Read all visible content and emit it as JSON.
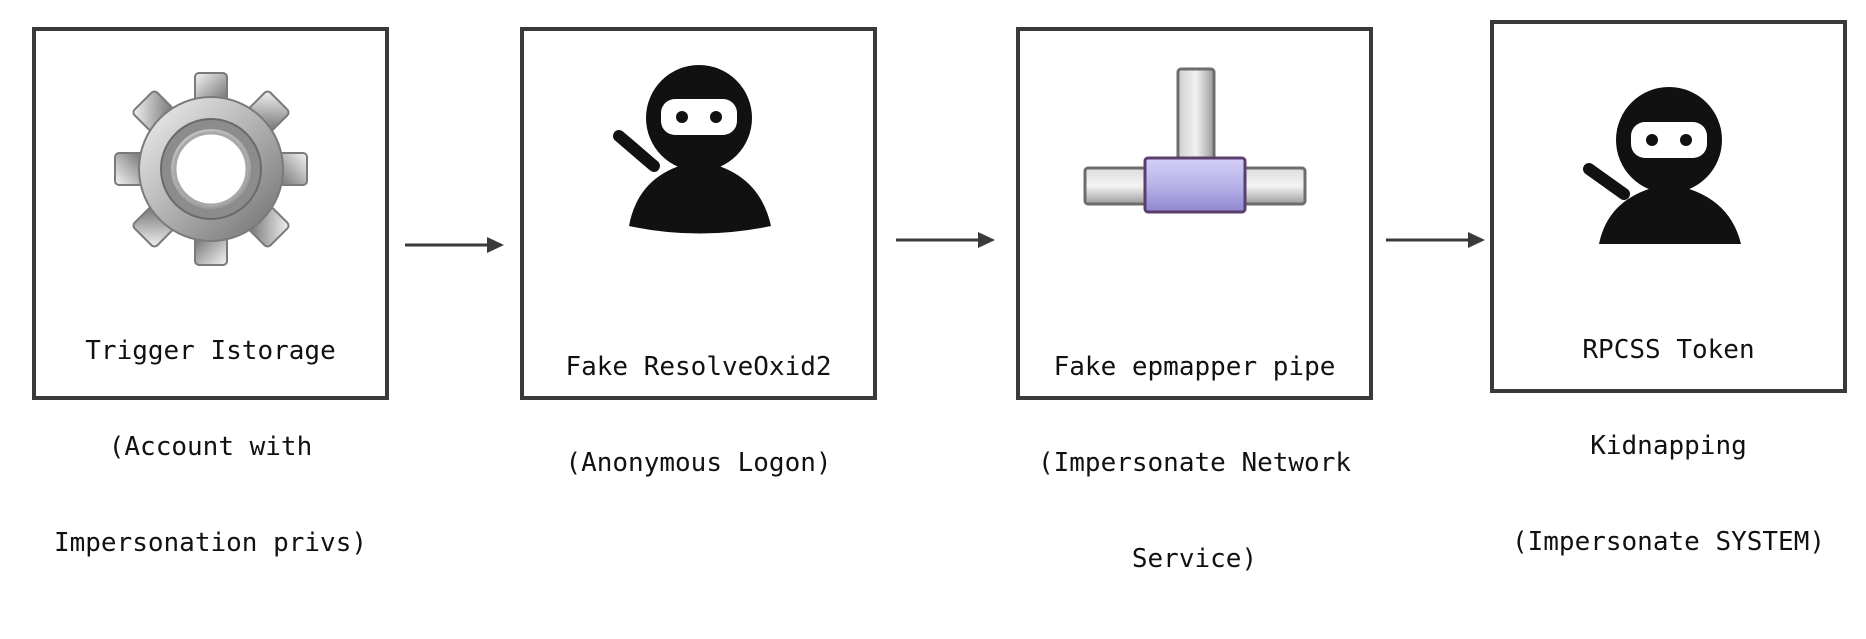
{
  "steps": [
    {
      "icon": "gear-icon",
      "lines": [
        "Trigger Istorage",
        "(Account with",
        "Impersonation privs)"
      ]
    },
    {
      "icon": "ninja-icon",
      "lines": [
        "Fake ResolveOxid2",
        "(Anonymous Logon)"
      ]
    },
    {
      "icon": "pipe-icon",
      "lines": [
        "Fake epmapper pipe",
        "(Impersonate Network",
        "Service)"
      ]
    },
    {
      "icon": "ninja-icon",
      "lines": [
        "RPCSS Token",
        "Kidnapping",
        "(Impersonate SYSTEM)"
      ]
    }
  ],
  "colors": {
    "box_border": "#3a3a3a",
    "arrow": "#3a3a3a",
    "ninja": "#111111",
    "pipe_accent": "#b9b3ea"
  }
}
